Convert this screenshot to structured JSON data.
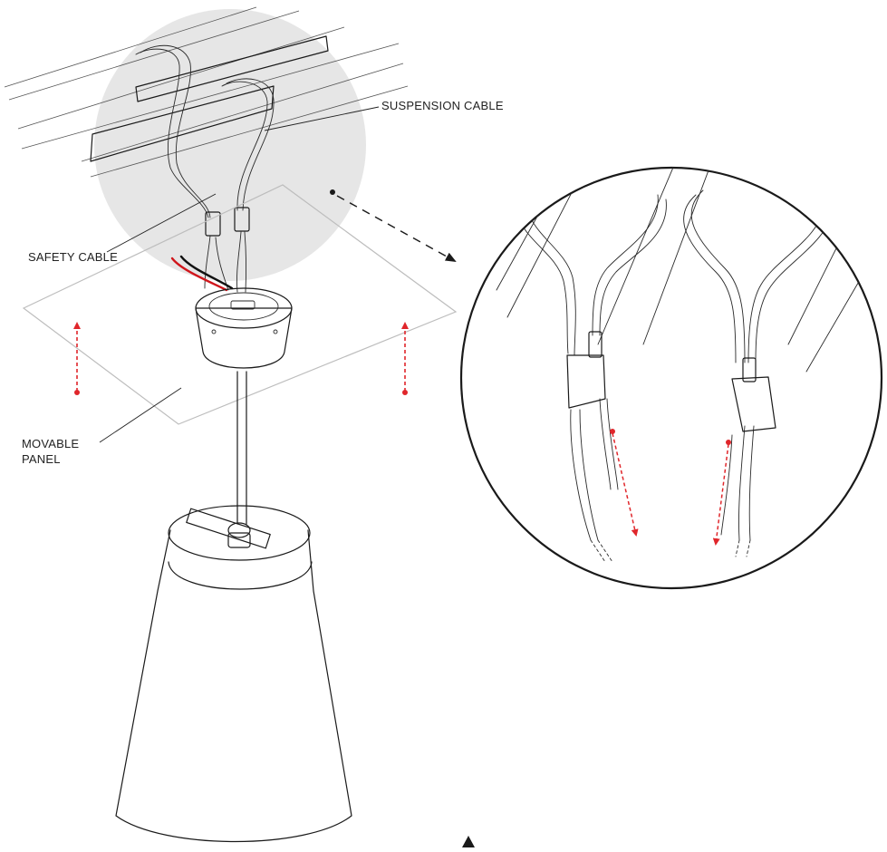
{
  "labels": {
    "suspension_cable": "SUSPENSION CABLE",
    "safety_cable": "SAFETY CABLE",
    "movable_panel_line1": "MOVABLE",
    "movable_panel_line2": "PANEL"
  },
  "colors": {
    "line": "#1a1a1a",
    "highlight": "#e5e5e5",
    "panel_outline": "#bdbdbd",
    "arrow_red": "#e0262b",
    "wire_red": "#d0161c",
    "wire_black": "#111111",
    "text": "#222222"
  }
}
